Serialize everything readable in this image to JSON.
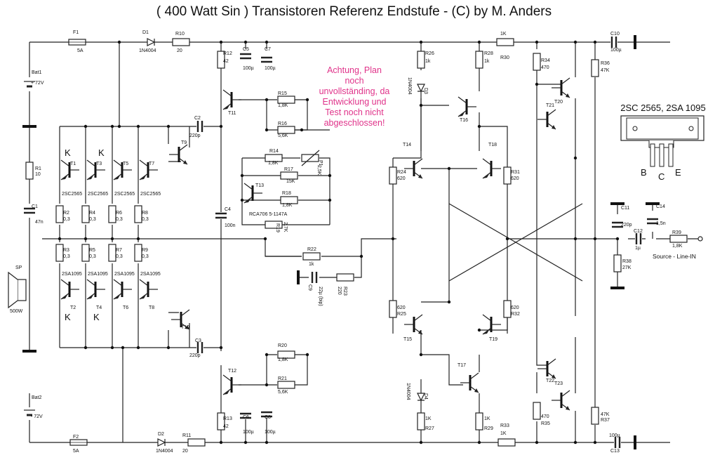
{
  "title": "( 400 Watt Sin ) Transistoren Referenz Endstufe   - (C) by M. Anders",
  "note": [
    "Achtung, Plan",
    "noch",
    "unvollständing, da",
    "Entwicklung und",
    "Test noch nicht",
    "abgeschlossen!"
  ],
  "package": {
    "title": "2SC 2565, 2SA 1095",
    "b": "B",
    "c": "C",
    "e": "E"
  },
  "input_label": "Source - Line-IN",
  "k_marks": [
    "K",
    "K",
    "K",
    "K"
  ],
  "components": [
    {
      "id": "f1",
      "l1": "F1",
      "l2": "5A"
    },
    {
      "id": "d1",
      "l1": "D1",
      "l2": "1N4004"
    },
    {
      "id": "r10",
      "l1": "R10",
      "l2": "20"
    },
    {
      "id": "r12",
      "l1": "R12",
      "l2": "42"
    },
    {
      "id": "c5",
      "l1": "C5",
      "l2": "100µ"
    },
    {
      "id": "c7",
      "l1": "C7",
      "l2": "100µ"
    },
    {
      "id": "r26",
      "l1": "R26",
      "l2": "1k"
    },
    {
      "id": "r28",
      "l1": "R28",
      "l2": "1k"
    },
    {
      "id": "r30",
      "l1": "1K",
      "l2": "R30"
    },
    {
      "id": "c10",
      "l1": "C10",
      "l2": "100µ"
    },
    {
      "id": "r34",
      "l1": "R34",
      "l2": "470"
    },
    {
      "id": "r36",
      "l1": "R36",
      "l2": "47K"
    },
    {
      "id": "bat1",
      "l1": "Bat1",
      "l2": "+ 72V"
    },
    {
      "id": "r15",
      "l1": "R15",
      "l2": "1,8K"
    },
    {
      "id": "r16",
      "l1": "R16",
      "l2": "5,6K"
    },
    {
      "id": "t11",
      "l1": "T11",
      "l2": ""
    },
    {
      "id": "c2",
      "l1": "C2",
      "l2": "220p"
    },
    {
      "id": "d3",
      "l1": "1N4004",
      "l2": "D3"
    },
    {
      "id": "t16",
      "l1": "T16",
      "l2": ""
    },
    {
      "id": "t20",
      "l1": "T20",
      "l2": ""
    },
    {
      "id": "t21",
      "l1": "T21",
      "l2": ""
    },
    {
      "id": "t9",
      "l1": "T9",
      "l2": ""
    },
    {
      "id": "r14",
      "l1": "R14",
      "l2": "1,8K"
    },
    {
      "id": "p1",
      "l1": "P1",
      "l2": "2,5K"
    },
    {
      "id": "r17",
      "l1": "R17",
      "l2": "15K"
    },
    {
      "id": "t14",
      "l1": "T14",
      "l2": ""
    },
    {
      "id": "t18",
      "l1": "T18",
      "l2": ""
    },
    {
      "id": "r1",
      "l1": "R1",
      "l2": "10"
    },
    {
      "id": "t1",
      "l1": "T1",
      "l2": "2SC2565"
    },
    {
      "id": "t3",
      "l1": "T3",
      "l2": "2SC2565"
    },
    {
      "id": "t5",
      "l1": "T5",
      "l2": "2SC2565"
    },
    {
      "id": "t7",
      "l1": "T7",
      "l2": "2SC2565"
    },
    {
      "id": "t13",
      "l1": "T13",
      "l2": ""
    },
    {
      "id": "r18",
      "l1": "R18",
      "l2": "1,8K"
    },
    {
      "id": "rca",
      "l1": "RCA706 5-1147A",
      "l2": ""
    },
    {
      "id": "r24",
      "l1": "R24",
      "l2": "620"
    },
    {
      "id": "r31",
      "l1": "R31",
      "l2": "620"
    },
    {
      "id": "c1",
      "l1": "C1",
      "l2": "47n"
    },
    {
      "id": "r2",
      "l1": "R2",
      "l2": "0,3"
    },
    {
      "id": "r4",
      "l1": "R4",
      "l2": "0,3"
    },
    {
      "id": "r6",
      "l1": "R6",
      "l2": "0,3"
    },
    {
      "id": "r8",
      "l1": "R8",
      "l2": "0,3"
    },
    {
      "id": "c4",
      "l1": "C4",
      "l2": "100n"
    },
    {
      "id": "r19",
      "l1": "R19",
      "l2": "2,7K"
    },
    {
      "id": "c11",
      "l1": "C11",
      "l2": "220p"
    },
    {
      "id": "c14",
      "l1": "C14",
      "l2": "1,5n"
    },
    {
      "id": "c12",
      "l1": "C12",
      "l2": "1µ"
    },
    {
      "id": "r39",
      "l1": "R39",
      "l2": "1,8K"
    },
    {
      "id": "r3",
      "l1": "R3",
      "l2": "0,3"
    },
    {
      "id": "r5",
      "l1": "R5",
      "l2": "0,3"
    },
    {
      "id": "r7",
      "l1": "R7",
      "l2": "0,3"
    },
    {
      "id": "r9",
      "l1": "R9",
      "l2": "0,3"
    },
    {
      "id": "r22",
      "l1": "R22",
      "l2": "1k"
    },
    {
      "id": "r38",
      "l1": "R38",
      "l2": "27K"
    },
    {
      "id": "sp",
      "l1": "SP",
      "l2": "500W"
    },
    {
      "id": "t2",
      "l1": "2SA1095",
      "l2": "T2"
    },
    {
      "id": "t4",
      "l1": "2SA1095",
      "l2": "T4"
    },
    {
      "id": "t6",
      "l1": "2SA1095",
      "l2": "T6"
    },
    {
      "id": "t8",
      "l1": "2SA1095",
      "l2": "T8"
    },
    {
      "id": "c9",
      "l1": "C9",
      "l2": "22µ (bip)"
    },
    {
      "id": "r23",
      "l1": "R23",
      "l2": "220"
    },
    {
      "id": "r25",
      "l1": "620",
      "l2": "R25"
    },
    {
      "id": "r32",
      "l1": "620",
      "l2": "R32"
    },
    {
      "id": "t10",
      "l1": "T10",
      "l2": ""
    },
    {
      "id": "t15",
      "l1": "T15",
      "l2": ""
    },
    {
      "id": "t19",
      "l1": "T19",
      "l2": ""
    },
    {
      "id": "c3",
      "l1": "C3",
      "l2": "220p"
    },
    {
      "id": "r20",
      "l1": "R20",
      "l2": "1,8K"
    },
    {
      "id": "t17",
      "l1": "T17",
      "l2": ""
    },
    {
      "id": "t12",
      "l1": "T12",
      "l2": ""
    },
    {
      "id": "r21",
      "l1": "R21",
      "l2": "5,6K"
    },
    {
      "id": "d4",
      "l1": "1N4004",
      "l2": "D4"
    },
    {
      "id": "t22",
      "l1": "T22",
      "l2": ""
    },
    {
      "id": "t23",
      "l1": "T23",
      "l2": ""
    },
    {
      "id": "bat2",
      "l1": "Bat2",
      "l2": "- 72V"
    },
    {
      "id": "r13",
      "l1": "R13",
      "l2": "42"
    },
    {
      "id": "c6",
      "l1": "C6",
      "l2": "100µ"
    },
    {
      "id": "c8",
      "l1": "C8",
      "l2": "100µ"
    },
    {
      "id": "r27",
      "l1": "1K",
      "l2": "R27"
    },
    {
      "id": "r29",
      "l1": "1K",
      "l2": "R29"
    },
    {
      "id": "r35",
      "l1": "470",
      "l2": "R35"
    },
    {
      "id": "r37",
      "l1": "47K",
      "l2": "R37"
    },
    {
      "id": "f2",
      "l1": "F2",
      "l2": "5A"
    },
    {
      "id": "d2",
      "l1": "D2",
      "l2": "1N4004"
    },
    {
      "id": "r11",
      "l1": "R11",
      "l2": "20"
    },
    {
      "id": "r33",
      "l1": "R33",
      "l2": "1K"
    },
    {
      "id": "c13",
      "l1": "100µ",
      "l2": "C13"
    }
  ]
}
